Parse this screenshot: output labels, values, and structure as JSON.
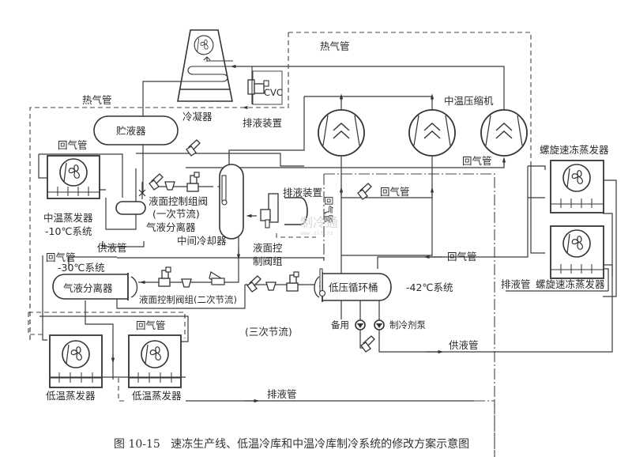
{
  "diagram": {
    "components": {
      "condenser": "冷凝器",
      "cvc": "CVC",
      "drain_device_top": "排液装置",
      "receiver": "贮液器",
      "compressors_label": "中温压缩机",
      "mid_evaporator": "中温蒸发器",
      "mid_system": "-10℃系统",
      "level_valve_group_1": "液面控制组阀",
      "throttle_1": "(一次节流)",
      "gas_liquid_separator_1": "气液分离器",
      "intercooler": "中间冷却器",
      "drain_device_mid": "排液装置",
      "low_system": "-30℃系统",
      "gas_liquid_separator_2": "气液分离器",
      "level_valve_group_2": "液面控制阀组(二次节流)",
      "level_valve_group_3_line1": "液面控",
      "level_valve_group_3_line2": "制阀组",
      "throttle_3": "(三次节流)",
      "lp_circulation_barrel": "低压循环桶",
      "system_42": "-42℃系统",
      "standby": "备用",
      "refrigerant_pump": "制冷剂泵",
      "spiral_freezer_top": "螺旋速冻蒸发器",
      "spiral_freezer_bottom": "螺旋速冻蒸发器",
      "low_evaporator_1": "低温蒸发器",
      "low_evaporator_2": "低温蒸发器"
    },
    "pipes": {
      "hot_gas_top": "热气管",
      "hot_gas_left": "热气管",
      "return_gas_left": "回气管",
      "return_gas_right_top": "回气管",
      "return_gas_mid": "回气管",
      "return_gas_vertical": "回气管",
      "return_gas_right_mid": "回气管",
      "return_gas_30": "回气管",
      "return_gas_low": "回气管",
      "supply_liquid_left": "供液管",
      "supply_liquid_right": "供液管",
      "drain_pipe_right": "排液管",
      "drain_pipe_bottom": "排液管"
    },
    "watermark": {
      "main": "制冷通",
      "sub": "www.zlt.nz"
    },
    "caption": "图 10-15   速冻生产线、低温冷库和中温冷库制冷系统的修改方案示意图"
  }
}
